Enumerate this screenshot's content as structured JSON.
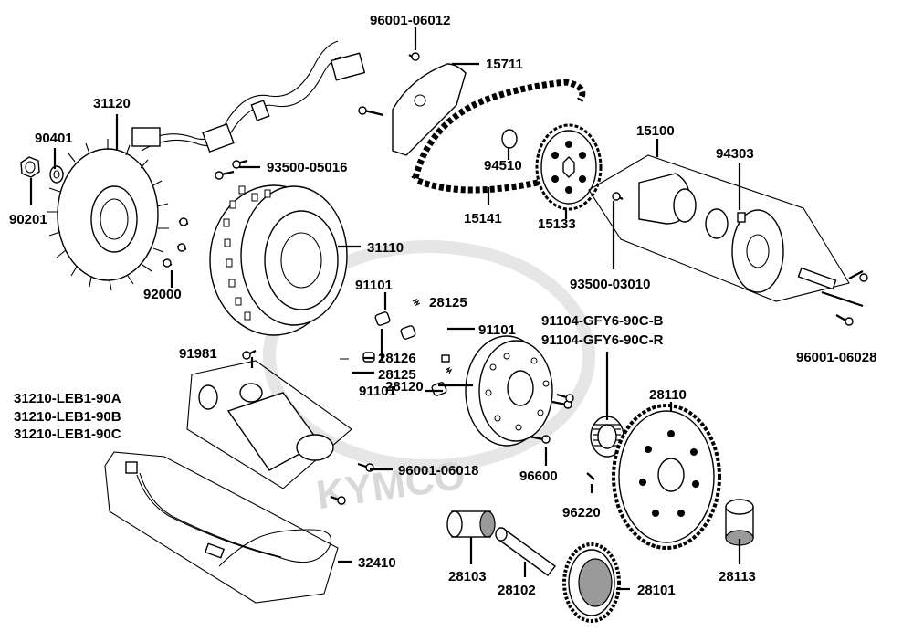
{
  "watermark": "KYMCO",
  "part_numbers": {
    "p96001_06012": "96001-06012",
    "p15711": "15711",
    "p31120": "31120",
    "p90401": "90401",
    "p93500_05016": "93500-05016",
    "p90201": "90201",
    "p94510": "94510",
    "p15100": "15100",
    "p94303": "94303",
    "p15141": "15141",
    "p15133": "15133",
    "p31110": "31110",
    "p92000": "92000",
    "p93500_03010": "93500-03010",
    "p91101_a": "91101",
    "p28125_a": "28125",
    "p91101_b": "91101",
    "p91104_b": "91104-GFY6-90C-B",
    "p91104_r": "91104-GFY6-90C-R",
    "p96001_06028": "96001-06028",
    "p91981": "91981",
    "p28126": "28126",
    "p28125_b": "28125",
    "p31210_a": "31210-LEB1-90A",
    "p31210_b": "31210-LEB1-90B",
    "p31210_c": "31210-LEB1-90C",
    "p91101_c": "91101",
    "p28120": "28120",
    "p28110": "28110",
    "p96001_06018": "96001-06018",
    "p96600": "96600",
    "p96220": "96220",
    "p32410": "32410",
    "p28103": "28103",
    "p28113": "28113",
    "p28102": "28102",
    "p28101": "28101"
  }
}
